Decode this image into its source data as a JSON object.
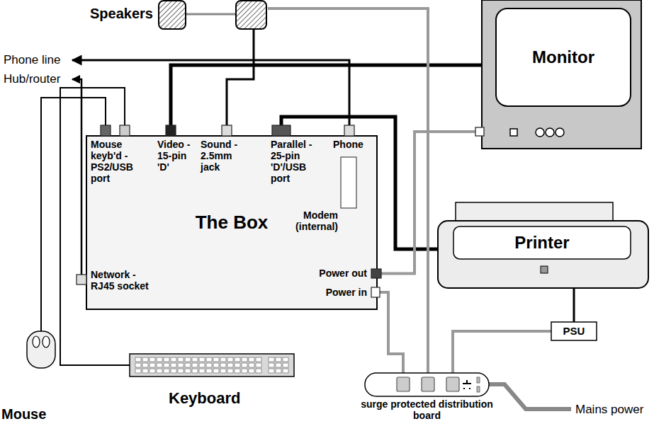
{
  "diagram": {
    "nodes": [
      {
        "text": [
          "Speakers"
        ]
      },
      {
        "text": [
          "Monitor"
        ]
      },
      {
        "text": [
          "The Box"
        ]
      },
      {
        "text": [
          "Mouse keyb'd - PS2/USB port"
        ],
        "in": 2
      },
      {
        "text": [
          "Video - 15-pin 'D'"
        ],
        "in": 2
      },
      {
        "text": [
          "Sound - 2.5mm jack"
        ],
        "in": 2
      },
      {
        "text": [
          "Parallel - 25-pin 'D'/USB port"
        ],
        "in": 2
      },
      {
        "text": [
          "Phone"
        ],
        "in": 2
      },
      {
        "text": [
          "Modem (internal)"
        ],
        "in": 2
      },
      {
        "text": [
          "Network - RJ45 socket"
        ],
        "in": 2
      },
      {
        "text": [
          "Power out"
        ],
        "in": 2
      },
      {
        "text": [
          "Power in"
        ],
        "in": 2
      },
      {
        "text": [
          "Printer"
        ]
      },
      {
        "text": [
          "PSU"
        ]
      },
      {
        "text": [
          "Keyboard"
        ]
      },
      {
        "text": [
          "Mouse"
        ]
      },
      {
        "text": [
          "surge protected distribution board"
        ]
      }
    ],
    "edges": [
      {
        "from": 15,
        "to": 3,
        "arrow": "none"
      },
      {
        "from": 14,
        "to": 3,
        "arrow": "none"
      },
      {
        "from": 4,
        "to": 1,
        "arrow": "none"
      },
      {
        "from": 5,
        "to": 0,
        "arrow": "none"
      },
      {
        "from": 6,
        "to": 12,
        "arrow": "none"
      },
      {
        "from": 10,
        "to": 1,
        "arrow": "none"
      },
      {
        "from": 11,
        "to": 16,
        "arrow": "none"
      },
      {
        "from": 0,
        "to": 16,
        "arrow": "none"
      },
      {
        "from": 13,
        "to": 16,
        "arrow": "none"
      },
      {
        "from": 12,
        "to": 13,
        "arrow": "none"
      }
    ],
    "labels": [
      "Phone line",
      "Hub/router",
      "Mains power"
    ]
  }
}
